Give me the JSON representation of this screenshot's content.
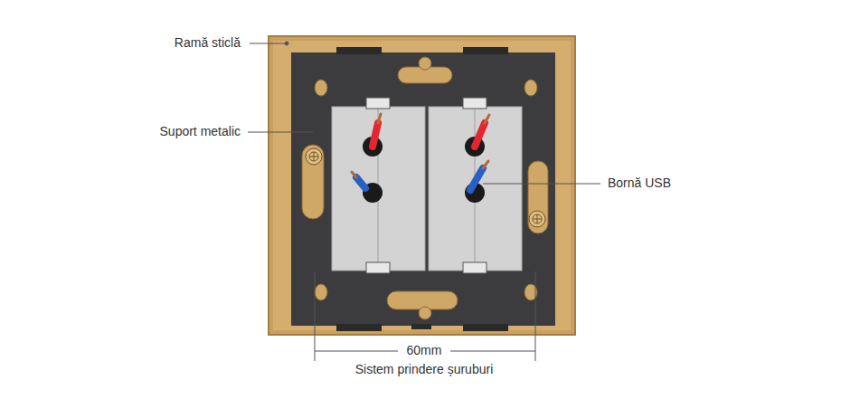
{
  "diagram": {
    "labels": [
      "Ramă sticlă",
      "Suport metalic",
      "Bornă USB",
      "60mm",
      "Sistem prindere șuruburi"
    ]
  }
}
